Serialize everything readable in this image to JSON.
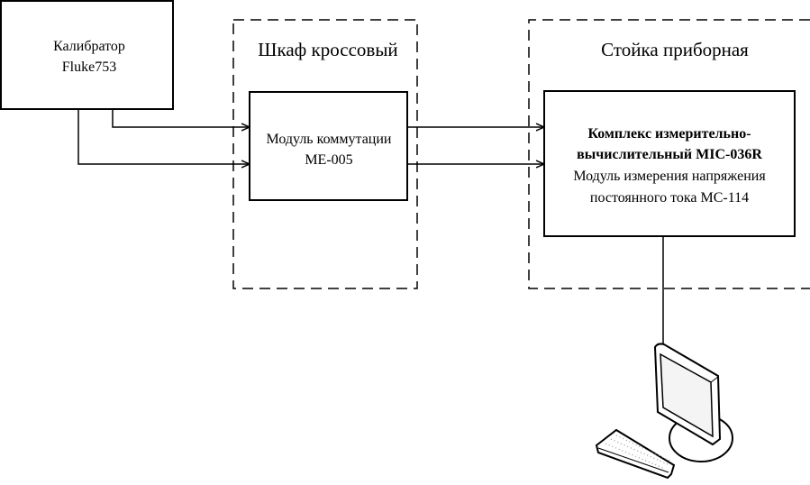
{
  "calibrator": {
    "line1": "Калибратор",
    "line2": "Fluke753"
  },
  "cabinet": {
    "title": "Шкаф кроссовый"
  },
  "switch_module": {
    "line1": "Модуль коммутации",
    "line2": "МЕ-005"
  },
  "rack": {
    "title": "Стойка приборная"
  },
  "complex": {
    "line1": "Комплекс измерительно-",
    "line2": "вычислительный MIC-036R",
    "line3": "Модуль измерения напряжения",
    "line4": "постоянного тока МС-114"
  },
  "workstation": {
    "icon": "computer-workstation-icon"
  },
  "colors": {
    "line": "#000000",
    "background": "#ffffff"
  }
}
